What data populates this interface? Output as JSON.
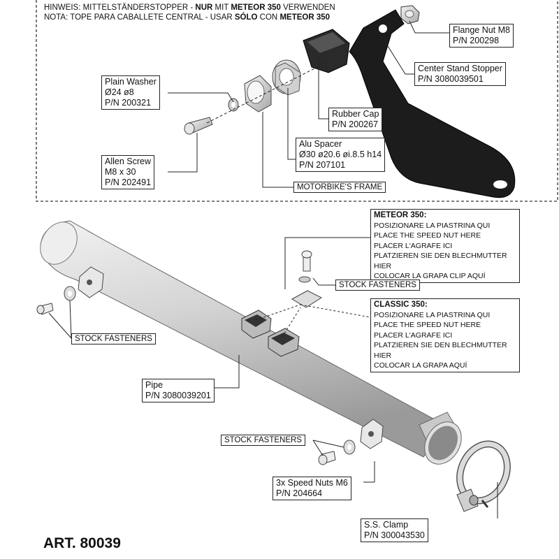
{
  "header": {
    "note_de_prefix": "HINWEIS: MITTELSTÄNDERSTOPPER - ",
    "note_de_bold1": "NUR",
    "note_de_mid": " MIT ",
    "note_de_bold2": "METEOR 350",
    "note_de_suffix": " VERWENDEN",
    "note_es_prefix": "NOTA: TOPE PARA CABALLETE CENTRAL - USAR ",
    "note_es_bold1": "SÓLO",
    "note_es_mid": " CON ",
    "note_es_bold2": "METEOR 350"
  },
  "parts": {
    "flange_nut": {
      "name": "Flange Nut M8",
      "pn": "P/N 200298"
    },
    "center_stand_stopper": {
      "name": "Center Stand Stopper",
      "pn": "P/N 3080039501"
    },
    "plain_washer": {
      "name": "Plain Washer",
      "spec": "Ø24 ø8",
      "pn": "P/N 200321"
    },
    "rubber_cap": {
      "name": "Rubber Cap",
      "pn": "P/N 200267"
    },
    "alu_spacer": {
      "name": "Alu Spacer",
      "spec": "Ø30 ø20.6 øi.8.5 h14",
      "pn": "P/N 207101"
    },
    "allen_screw": {
      "name": "Allen Screw",
      "spec": "M8 x 30",
      "pn": "P/N 202491"
    },
    "frame": {
      "name": "MOTORBIKE'S FRAME"
    },
    "pipe": {
      "name": "Pipe",
      "pn": "P/N 3080039201"
    },
    "speed_nuts": {
      "name": "3x Speed Nuts M6",
      "pn": "P/N 204664"
    },
    "ss_clamp": {
      "name": "S.S. Clamp",
      "pn": "P/N 300043530"
    }
  },
  "stock_fasteners": {
    "label_top": "STOCK FASTENERS",
    "label_left": "STOCK FASTENERS",
    "label_bottom": "STOCK FASTENERS"
  },
  "meteor": {
    "title": "METEOR 350:",
    "lines": [
      "POSIZIONARE LA PIASTRINA QUI",
      "PLACE THE SPEED NUT HERE",
      "PLACER L'AGRAFE ICI",
      "PLATZIEREN SIE DEN BLECHMUTTER HIER",
      "COLOCAR LA GRAPA CLIP AQUÍ"
    ]
  },
  "classic": {
    "title": "CLASSIC 350:",
    "lines": [
      "POSIZIONARE LA PIASTRINA QUI",
      "PLACE THE SPEED NUT HERE",
      "PLACER L'AGRAFE ICI",
      "PLATZIEREN SIE DEN BLECHMUTTER HIER",
      "COLOCAR LA GRAPA AQUÍ"
    ]
  },
  "article": "ART. 80039",
  "colors": {
    "line": "#222222",
    "metal": "#d9d9d9",
    "bracket": "#1a1a1a"
  }
}
